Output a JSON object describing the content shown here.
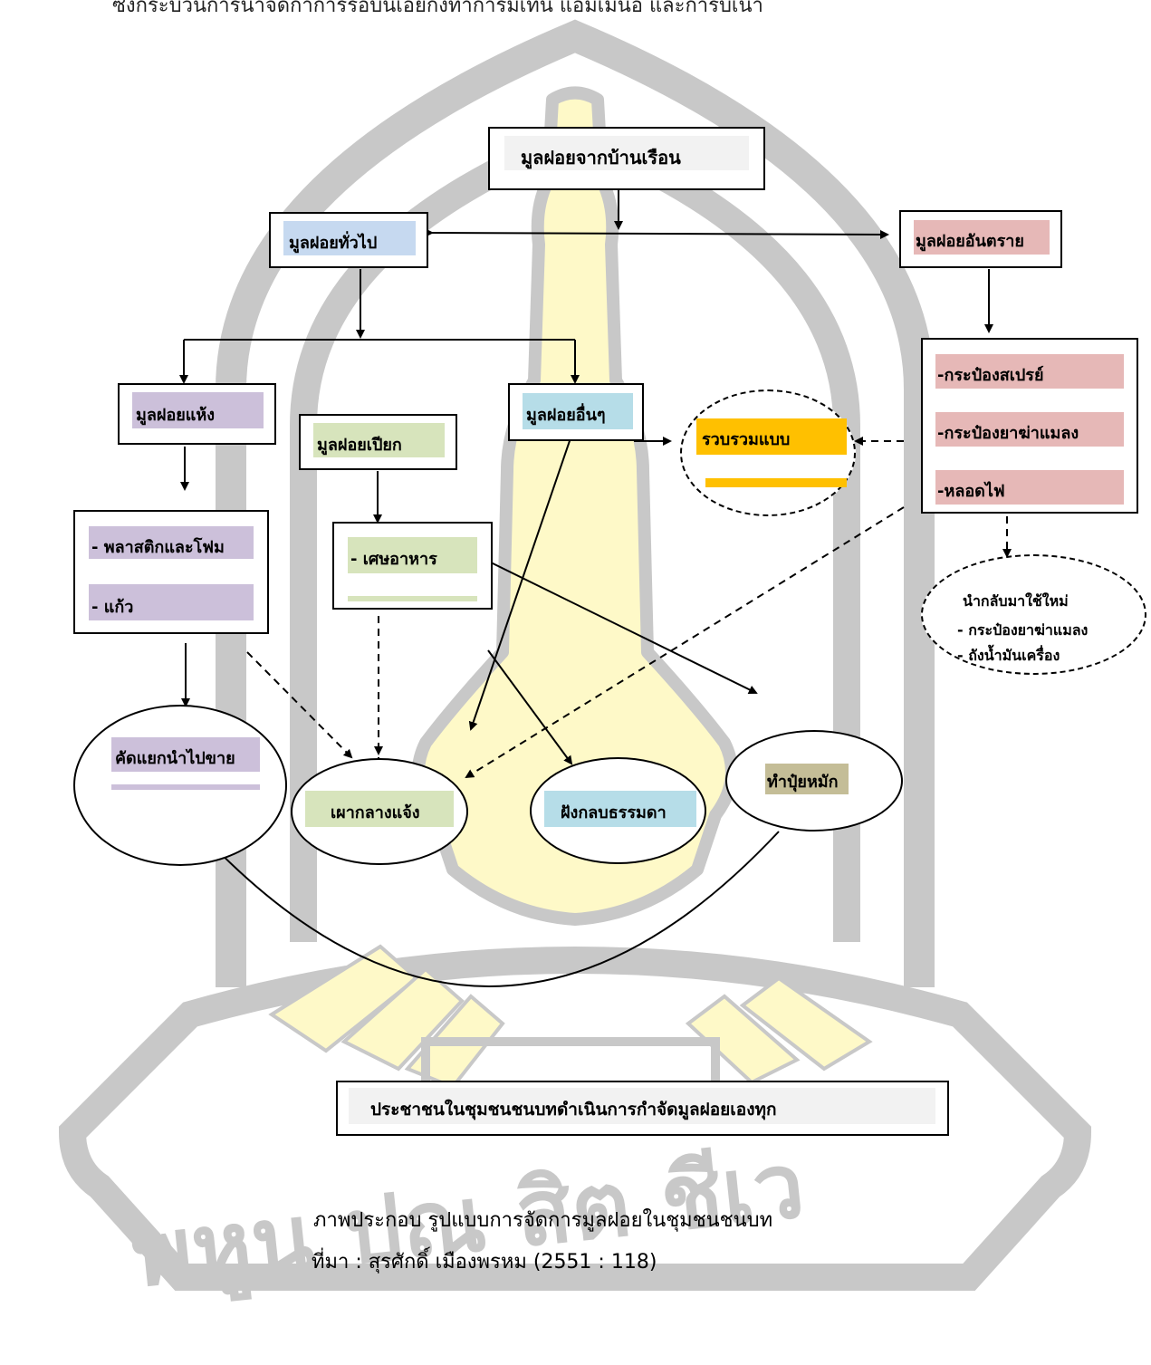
{
  "header_cut_text": "ซึ่งกระบวนการนำจัดกำการรอบนเอยกงทำการมเทน แอมเมนอ และการบเนา",
  "colors": {
    "watermark_gray": "#c8c8c8",
    "watermark_yellow": "#fef9c8",
    "gray_fill": "#f2f2f2",
    "blue_fill": "#c6d9f0",
    "purple_fill": "#ccc0da",
    "green_fill": "#d7e4bc",
    "cyan_fill": "#b6dde8",
    "orange_fill": "#ffc000",
    "pink_fill": "#e6b8b7",
    "khaki_fill": "#c4bd97"
  },
  "nodes": {
    "household": "มูลฝอยจากบ้านเรือน",
    "general": "มูลฝอยทั่วไป",
    "hazardous": "มูลฝอยอันตราย",
    "dry": "มูลฝอยแห้ง",
    "wet": "มูลฝอยเปียก",
    "other": "มูลฝอยอื่นๆ",
    "collect": "รวบรวมแบบ",
    "hazard_items": [
      "-กระป๋องสเปรย์",
      "-กระป๋องยาฆ่าแมลง",
      "-หลอดไฟ"
    ],
    "dry_items": [
      "- พลาสติกและโฟม",
      "- แก้ว"
    ],
    "wet_items": [
      "- เศษอาหาร"
    ],
    "reuse_title": "นำกลับมาใช้ใหม่",
    "reuse_items": [
      "- กระป๋องยาฆ่าแมลง",
      "- ถังน้ำมันเครื่อง"
    ],
    "sell": "คัดแยกนำไปขาย",
    "burn": "เผากลางแจ้ง",
    "bury": "ฝังกลบธรรมดา",
    "compost": "ทำปุ๋ยหมัก",
    "bottom": "ประชาชนในชุมชนชนบทดำเนินการกำจัดมูลฝอยเองทุก"
  },
  "caption": {
    "line1": "ภาพประกอบ  รูปแบบการจัดการมูลฝอยในชุมชนชนบท",
    "line2": "ที่มา :  สุรศักดิ์ เมืองพรหม (2551 : 118)"
  },
  "watermark_text": "พหูน ปณ สิต ชีเว"
}
